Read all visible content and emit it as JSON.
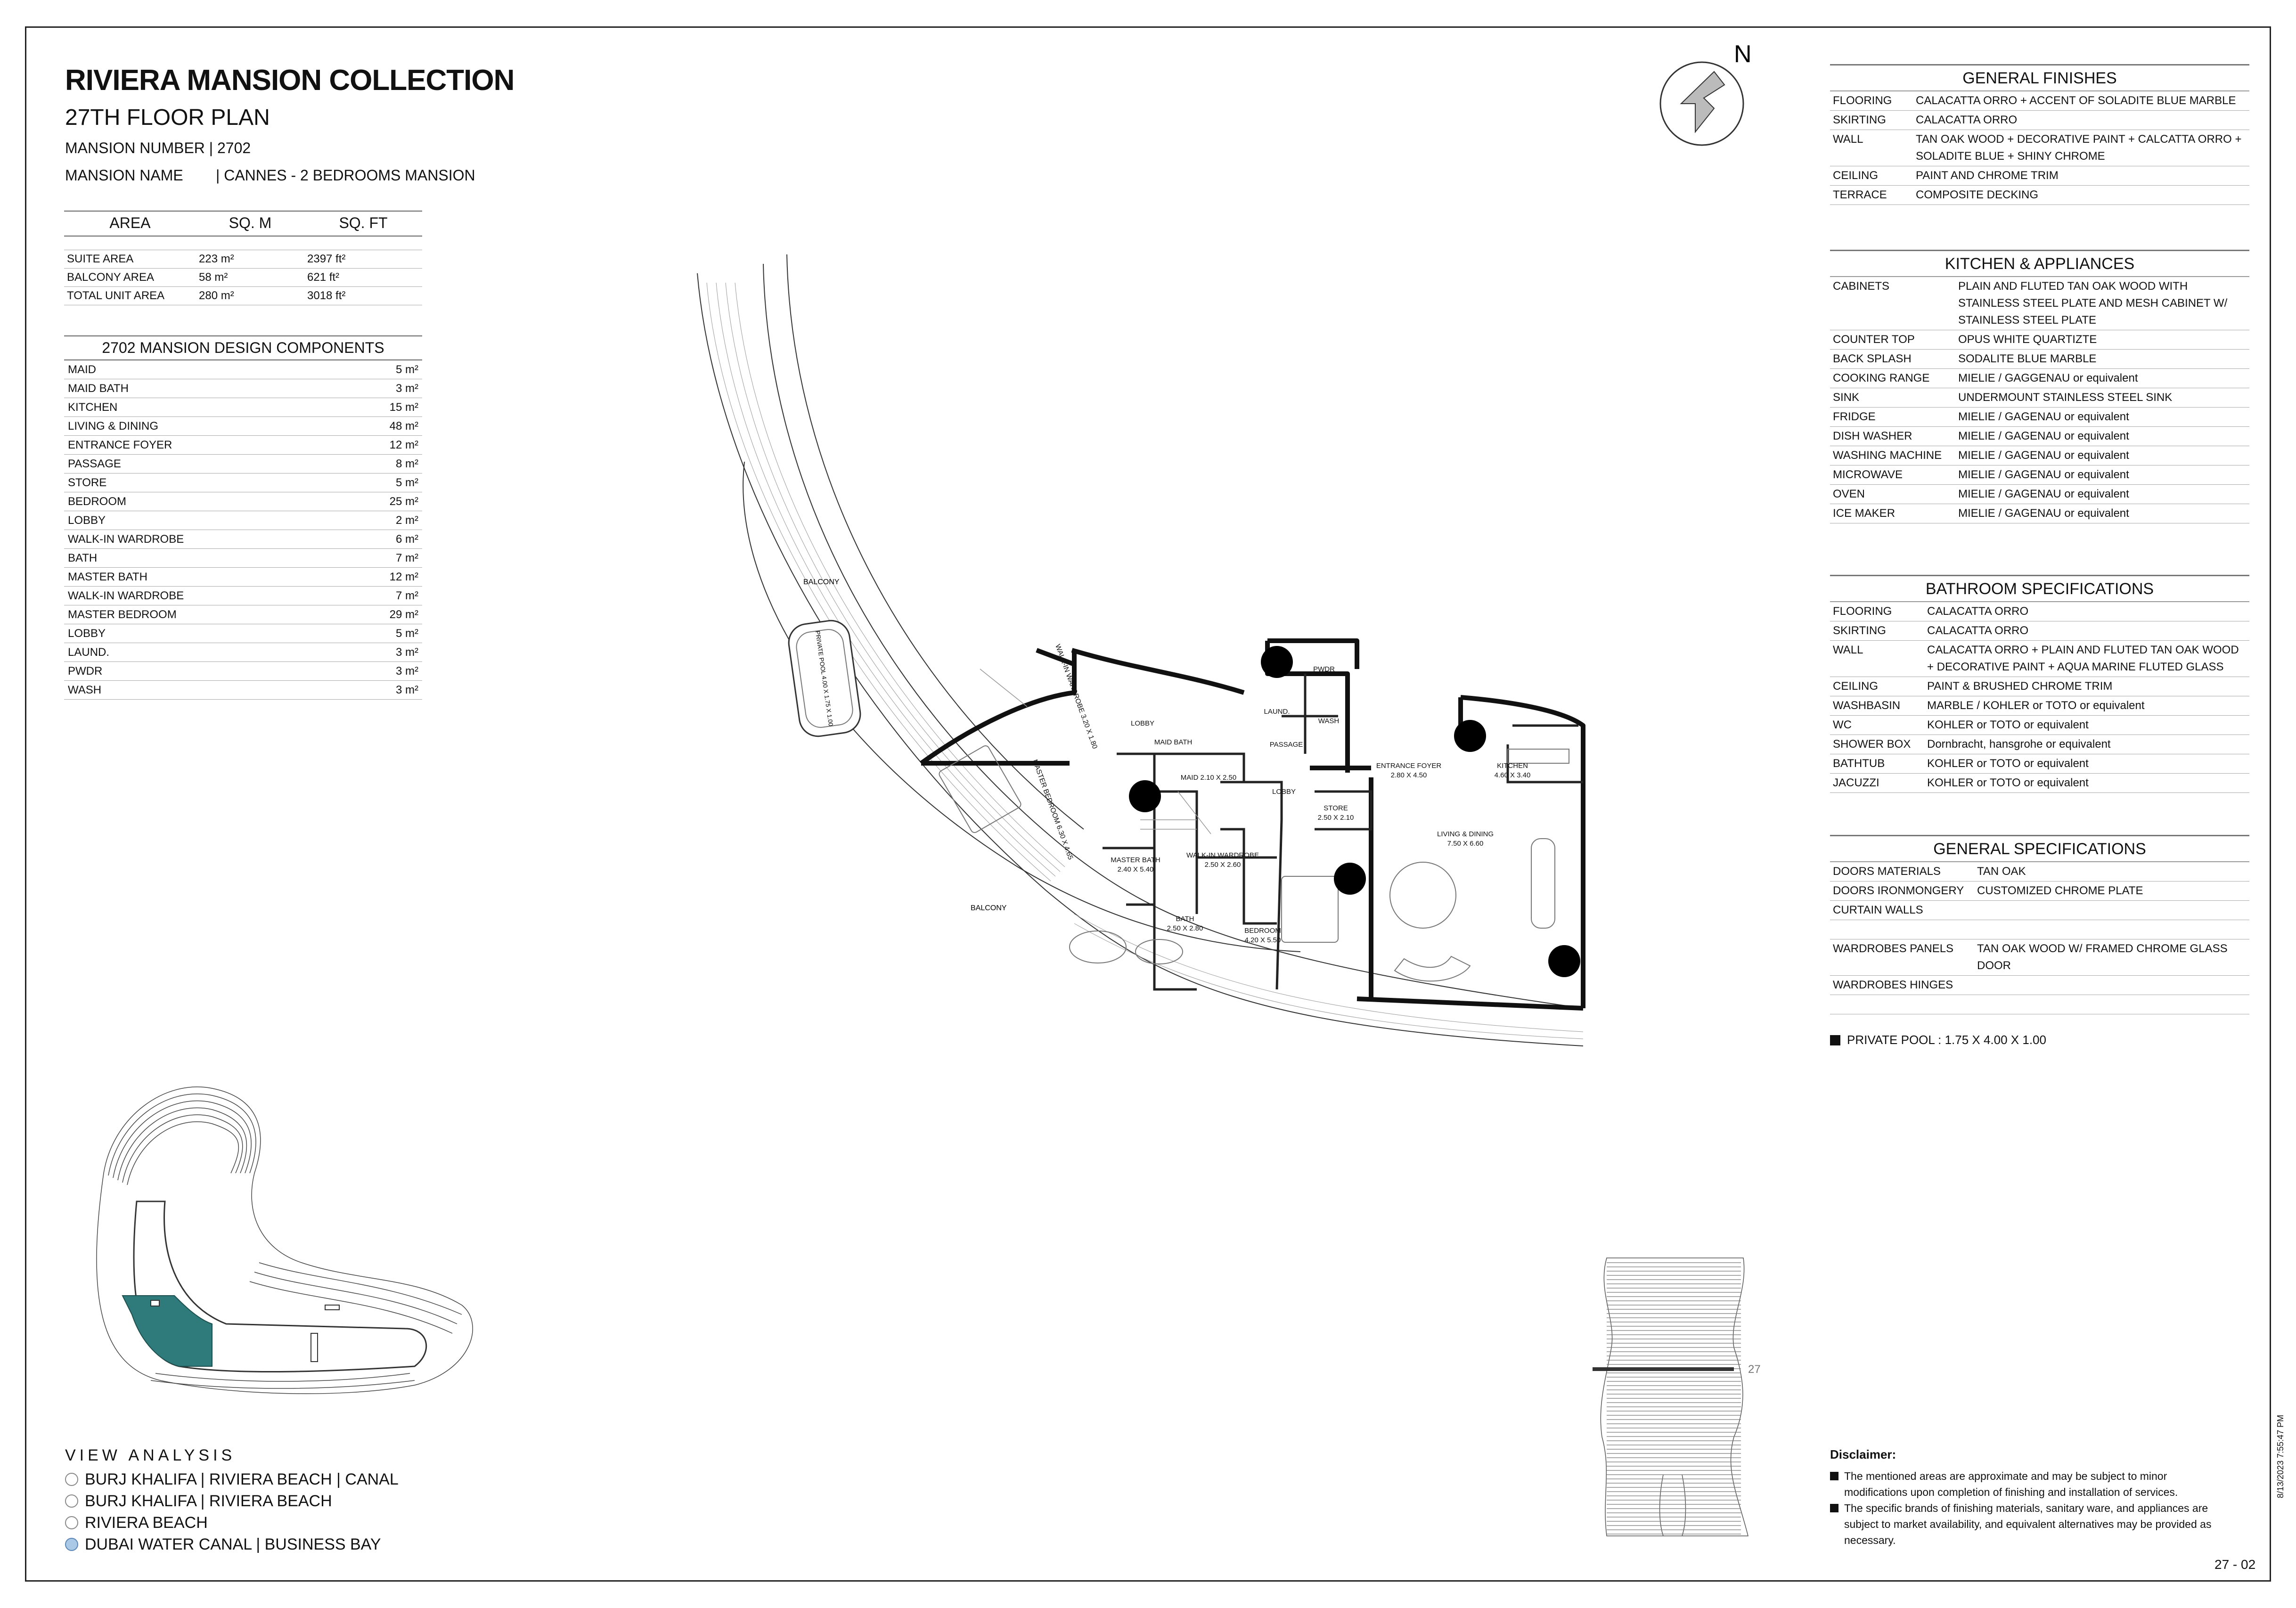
{
  "header": {
    "title": "RIVIERA MANSION COLLECTION",
    "floor": "27TH FLOOR PLAN",
    "mansion_number": "MANSION NUMBER | 2702",
    "mansion_name_label": "MANSION NAME",
    "mansion_name_value": "| CANNES - 2 BEDROOMS MANSION"
  },
  "area_table": {
    "headers": [
      "AREA",
      "SQ. M",
      "SQ. FT"
    ],
    "rows": [
      {
        "label": "SUITE AREA",
        "sqm": "223 m²",
        "sqft": "2397 ft²"
      },
      {
        "label": "BALCONY AREA",
        "sqm": "58 m²",
        "sqft": "621 ft²"
      },
      {
        "label": "TOTAL UNIT AREA",
        "sqm": "280 m²",
        "sqft": "3018 ft²"
      }
    ]
  },
  "components": {
    "title": "2702 MANSION DESIGN COMPONENTS",
    "rows": [
      {
        "label": "MAID",
        "value": "5 m²"
      },
      {
        "label": "MAID BATH",
        "value": "3 m²"
      },
      {
        "label": "KITCHEN",
        "value": "15 m²"
      },
      {
        "label": "LIVING & DINING",
        "value": "48 m²"
      },
      {
        "label": "ENTRANCE FOYER",
        "value": "12 m²"
      },
      {
        "label": "PASSAGE",
        "value": "8 m²"
      },
      {
        "label": "STORE",
        "value": "5 m²"
      },
      {
        "label": "BEDROOM",
        "value": "25 m²"
      },
      {
        "label": "LOBBY",
        "value": "2 m²"
      },
      {
        "label": "WALK-IN WARDROBE",
        "value": "6 m²"
      },
      {
        "label": "BATH",
        "value": "7 m²"
      },
      {
        "label": "MASTER BATH",
        "value": "12 m²"
      },
      {
        "label": "WALK-IN WARDROBE",
        "value": "7 m²"
      },
      {
        "label": "MASTER BEDROOM",
        "value": "29 m²"
      },
      {
        "label": "LOBBY",
        "value": "5 m²"
      },
      {
        "label": "LAUND.",
        "value": "3 m²"
      },
      {
        "label": "PWDR",
        "value": "3 m²"
      },
      {
        "label": "WASH",
        "value": "3 m²"
      }
    ]
  },
  "compass": {
    "label": "N"
  },
  "plan_labels": {
    "balcony_top": "BALCONY",
    "balcony_bottom": "BALCONY",
    "pool": "PRIVATE POOL 4.00 X 1.75 X 1.00",
    "walkin_wardrobe_1": "WALK-IN WARDROBE 3.20 X 1.80",
    "lobby_1": "LOBBY",
    "maid_bath": "MAID BATH",
    "maid": "MAID 2.10 X 2.50",
    "passage": "PASSAGE",
    "pwdr": "PWDR",
    "laund": "LAUND.",
    "wash": "WASH",
    "entrance_foyer": "ENTRANCE FOYER",
    "entrance_foyer_dim": "2.80 X 4.50",
    "kitchen": "KITCHEN",
    "kitchen_dim": "4.60 X 3.40",
    "master_bedroom": "MASTER BEDROOM 6.30 X 4.65",
    "lobby_2": "LOBBY",
    "store": "STORE",
    "store_dim": "2.50 X 2.10",
    "master_bath": "MASTER BATH",
    "master_bath_dim": "2.40 X 5.40",
    "walkin_wardrobe_2": "WALK-IN WARDROBE",
    "walkin_wardrobe_2_dim": "2.50 X 2.60",
    "living_dining": "LIVING & DINING",
    "living_dining_dim": "7.50 X 6.60",
    "bath": "BATH",
    "bath_dim": "2.50 X 2.80",
    "bedroom": "BEDROOM",
    "bedroom_dim": "4.20 X 5.50"
  },
  "tower_level": "27",
  "general_finishes": {
    "title": "GENERAL FINISHES",
    "rows": [
      {
        "k": "FLOORING",
        "v": "CALACATTA ORRO + ACCENT OF SOLADITE BLUE MARBLE"
      },
      {
        "k": "SKIRTING",
        "v": "CALACATTA ORRO"
      },
      {
        "k": "WALL",
        "v": "TAN OAK WOOD + DECORATIVE PAINT + CALCATTA ORRO + SOLADITE BLUE + SHINY CHROME"
      },
      {
        "k": "CEILING",
        "v": "PAINT AND CHROME TRIM"
      },
      {
        "k": "TERRACE",
        "v": "COMPOSITE DECKING"
      }
    ]
  },
  "kitchen_appliances": {
    "title": "KITCHEN & APPLIANCES",
    "rows": [
      {
        "k": "CABINETS",
        "v": "PLAIN AND FLUTED TAN OAK WOOD WITH STAINLESS STEEL PLATE AND MESH CABINET W/ STAINLESS STEEL PLATE"
      },
      {
        "k": "COUNTER TOP",
        "v": "OPUS WHITE QUARTIZTE"
      },
      {
        "k": "BACK SPLASH",
        "v": "SODALITE BLUE MARBLE"
      },
      {
        "k": "COOKING RANGE",
        "v": "MIELIE / GAGGENAU or equivalent"
      },
      {
        "k": "SINK",
        "v": "UNDERMOUNT STAINLESS STEEL SINK"
      },
      {
        "k": "FRIDGE",
        "v": "MIELIE / GAGENAU or equivalent"
      },
      {
        "k": "DISH WASHER",
        "v": "MIELIE / GAGENAU or equivalent"
      },
      {
        "k": "WASHING MACHINE",
        "v": "MIELIE / GAGENAU or equivalent"
      },
      {
        "k": "MICROWAVE",
        "v": "MIELIE / GAGENAU or equivalent"
      },
      {
        "k": "OVEN",
        "v": "MIELIE / GAGENAU or equivalent"
      },
      {
        "k": "ICE MAKER",
        "v": "MIELIE / GAGENAU or equivalent"
      }
    ]
  },
  "bathroom_specs": {
    "title": "BATHROOM SPECIFICATIONS",
    "rows": [
      {
        "k": "FLOORING",
        "v": "CALACATTA ORRO"
      },
      {
        "k": "SKIRTING",
        "v": "CALACATTA ORRO"
      },
      {
        "k": "WALL",
        "v": "CALACATTA ORRO + PLAIN AND FLUTED TAN OAK WOOD + DECORATIVE PAINT + AQUA MARINE FLUTED GLASS"
      },
      {
        "k": "CEILING",
        "v": "PAINT & BRUSHED CHROME TRIM"
      },
      {
        "k": "WASHBASIN",
        "v": "MARBLE / KOHLER or TOTO or equivalent"
      },
      {
        "k": "WC",
        "v": "KOHLER or TOTO or equivalent"
      },
      {
        "k": "SHOWER BOX",
        "v": "Dornbracht, hansgrohe or equivalent"
      },
      {
        "k": "BATHTUB",
        "v": "KOHLER or TOTO or equivalent"
      },
      {
        "k": "JACUZZI",
        "v": "KOHLER or TOTO or equivalent"
      }
    ]
  },
  "general_specs": {
    "title": "GENERAL SPECIFICATIONS",
    "rows": [
      {
        "k": "DOORS MATERIALS",
        "v": "TAN OAK"
      },
      {
        "k": "DOORS IRONMONGERY",
        "v": "CUSTOMIZED CHROME PLATE"
      },
      {
        "k": "CURTAIN WALLS",
        "v": ""
      },
      {
        "k": "",
        "v": ""
      },
      {
        "k": "WARDROBES PANELS",
        "v": "TAN OAK WOOD W/ FRAMED CHROME GLASS DOOR"
      },
      {
        "k": "WARDROBES HINGES",
        "v": ""
      },
      {
        "k": "",
        "v": ""
      }
    ]
  },
  "pool_note": "PRIVATE POOL :  1.75 X 4.00 X 1.00",
  "view_analysis": {
    "title": "VIEW ANALYSIS",
    "options": [
      {
        "label": "BURJ KHALIFA | RIVIERA BEACH | CANAL",
        "selected": false
      },
      {
        "label": "BURJ KHALIFA | RIVIERA BEACH",
        "selected": false
      },
      {
        "label": "RIVIERA BEACH",
        "selected": false
      },
      {
        "label": "DUBAI WATER CANAL | BUSINESS BAY",
        "selected": true
      }
    ]
  },
  "disclaimer": {
    "title": "Disclaimer:",
    "items": [
      "The mentioned areas are approximate and may be subject to minor modifications  upon completion of finishing and installation of services.",
      "The specific brands of finishing materials, sanitary ware, and appliances are subject to market availability, and equivalent alternatives may be provided as necessary."
    ]
  },
  "page_number": "27 - 02",
  "timestamp": "8/13/2023 7:55:47 PM",
  "colors": {
    "frame": "#222222",
    "highlight": "#2f7a7a",
    "selected_view": "#a9c9e6"
  }
}
